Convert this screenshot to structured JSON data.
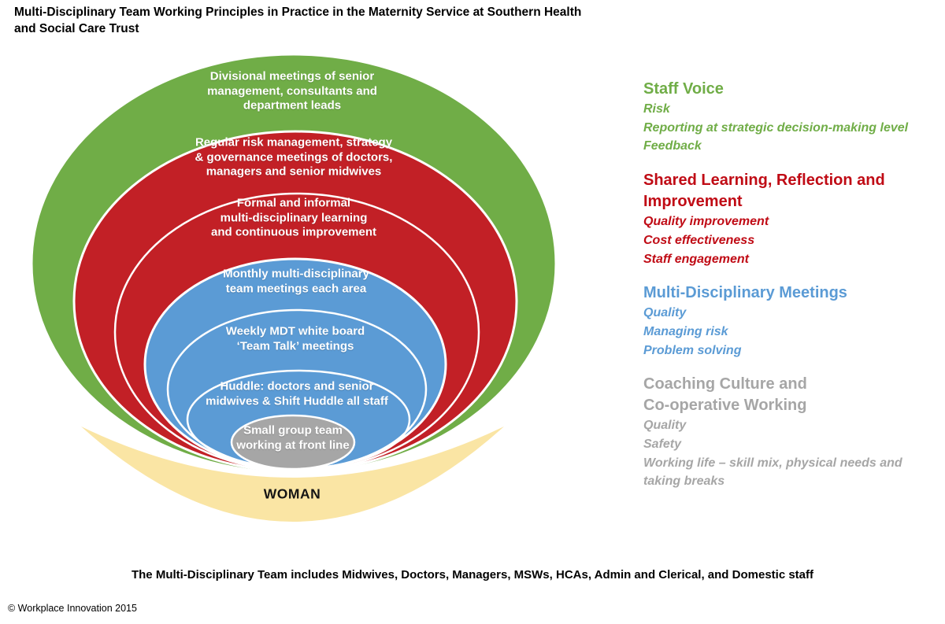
{
  "title": "Multi-Disciplinary Team Working Principles in Practice in the Maternity Service at Southern Health\nand Social Care Trust",
  "colors": {
    "green": "#70AD47",
    "red": "#C22026",
    "blue": "#5B9BD5",
    "gray": "#A6A6A6",
    "crescent": "#FAE5A4",
    "ring_outline": "#FFFFFF",
    "legend_green": "#70AD47",
    "legend_red": "#C00B15",
    "legend_blue": "#5B9BD5",
    "legend_gray": "#A6A6A6"
  },
  "diagram": {
    "rings": [
      {
        "name": "divisional",
        "label": "Divisional meetings of senior\nmanagement, consultants and\ndepartment leads"
      },
      {
        "name": "governance",
        "label": "Regular risk management, strategy\n& governance meetings of doctors,\nmanagers and senior midwives"
      },
      {
        "name": "learning",
        "label": "Formal and informal\nmulti-disciplinary learning\nand continuous improvement"
      },
      {
        "name": "monthly-meetings",
        "label": "Monthly multi-disciplinary\nteam meetings each area"
      },
      {
        "name": "weekly-team-talk",
        "label": "Weekly MDT white board\n‘Team Talk’ meetings"
      },
      {
        "name": "huddle",
        "label": "Huddle: doctors and senior\nmidwives & Shift Huddle all staff"
      },
      {
        "name": "frontline",
        "label": "Small group team\nworking at front line"
      }
    ],
    "woman_label": "WOMAN"
  },
  "legend": {
    "sections": [
      {
        "heading": "Staff Voice",
        "items": [
          "Risk",
          "Reporting at strategic decision-making level",
          "Feedback"
        ]
      },
      {
        "heading": "Shared Learning, Reflection and\nImprovement",
        "items": [
          "Quality improvement",
          "Cost effectiveness",
          "Staff engagement"
        ]
      },
      {
        "heading": "Multi-Disciplinary Meetings",
        "items": [
          "Quality",
          "Managing risk",
          "Problem solving"
        ]
      },
      {
        "heading": "Coaching Culture and\nCo-operative Working",
        "items": [
          "Quality",
          "Safety",
          "Working life – skill mix, physical needs and\ntaking breaks"
        ]
      }
    ]
  },
  "footer_note": "The Multi-Disciplinary Team includes Midwives, Doctors, Managers, MSWs, HCAs, Admin and Clerical, and Domestic staff",
  "copyright": "© Workplace Innovation 2015"
}
